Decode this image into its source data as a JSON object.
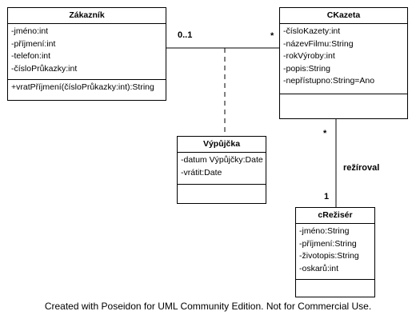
{
  "classes": {
    "zakaznik": {
      "name": "Zákazník",
      "attributes": [
        "-jméno:int",
        "-příjmení:int",
        "-telefon:int",
        "-čísloPrůkazky:int"
      ],
      "operations": [
        "+vratPříjmení(čísloPrůkazky:int):String"
      ]
    },
    "ckazeta": {
      "name": "CKazeta",
      "attributes": [
        "-čísloKazety:int",
        "-názevFilmu:String",
        "-rokVýroby:int",
        "-popis:String",
        "-nepřístupno:String=Ano"
      ],
      "operations": []
    },
    "vypujcka": {
      "name": "Výpůjčka",
      "attributes": [
        "-datum Výpůjčky:Date",
        "-vrátit:Date"
      ],
      "operations": []
    },
    "crezicer": {
      "name": "cRežisér",
      "attributes": [
        "-jméno:String",
        "-příjmení:String",
        "-životopis:String",
        "-oskarů:int"
      ],
      "operations": []
    }
  },
  "associations": {
    "zakaznik_ckazeta": {
      "left_multiplicity": "0..1",
      "right_multiplicity": "*"
    },
    "ckazeta_rezicer": {
      "top_multiplicity": "*",
      "bottom_multiplicity": "1",
      "name": "režíroval"
    }
  },
  "footer": "Created with Poseidon for UML Community Edition. Not for Commercial Use."
}
